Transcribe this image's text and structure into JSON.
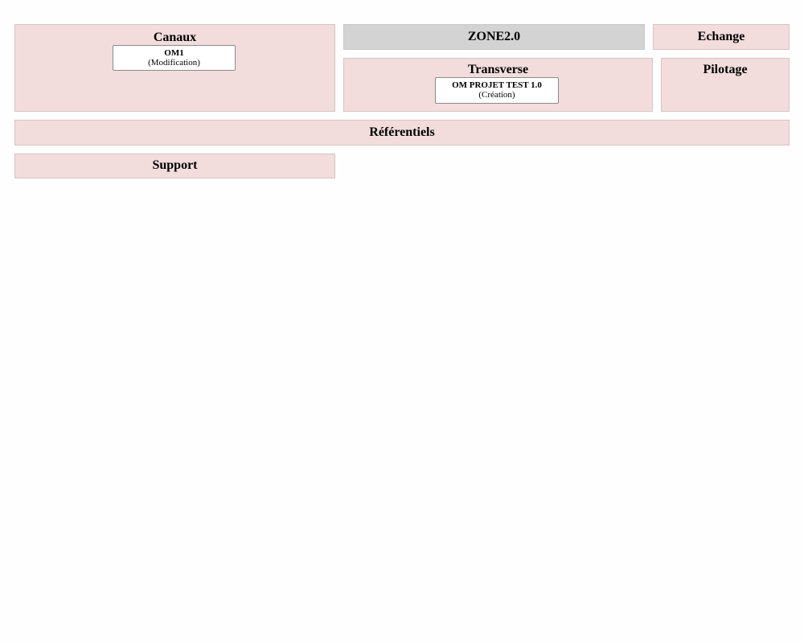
{
  "zones": {
    "canaux": {
      "title": "Canaux",
      "apps": [
        {
          "name": "OM1",
          "status": "(Modification)"
        }
      ]
    },
    "zone20": {
      "title": "ZONE2.0"
    },
    "echange": {
      "title": "Echange"
    },
    "transverse": {
      "title": "Transverse",
      "apps": [
        {
          "name": "OM PROJET TEST 1.0",
          "status": "(Création)"
        }
      ]
    },
    "pilotage": {
      "title": "Pilotage"
    },
    "referentiels": {
      "title": "Référentiels"
    },
    "support": {
      "title": "Support"
    }
  },
  "colors": {
    "zone_fill": "#f2dcdc",
    "zone_grey_fill": "#d3d3d3",
    "app_fill": "#ffffff"
  }
}
